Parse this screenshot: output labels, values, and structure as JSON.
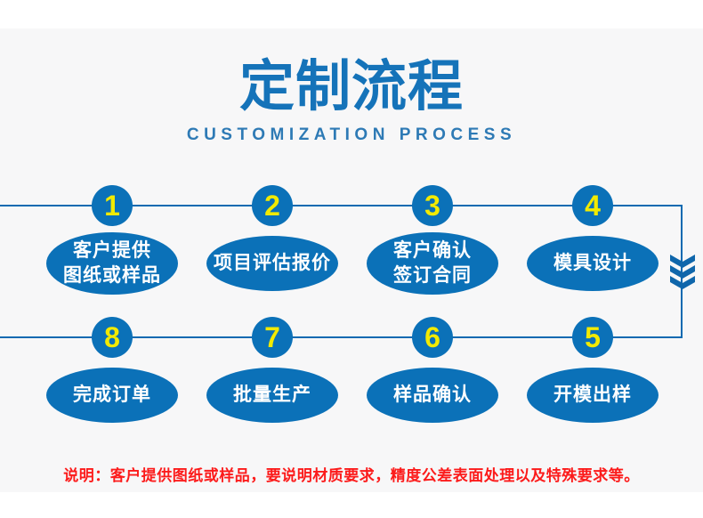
{
  "header": {
    "title": "定制流程",
    "subtitle": "CUSTOMIZATION PROCESS"
  },
  "flow": {
    "rows": [
      {
        "steps": [
          {
            "number": "1",
            "lines": [
              "客户提供",
              "图纸或样品"
            ]
          },
          {
            "number": "2",
            "lines": [
              "项目评估报价"
            ]
          },
          {
            "number": "3",
            "lines": [
              "客户确认",
              "签订合同"
            ]
          },
          {
            "number": "4",
            "lines": [
              "模具设计"
            ]
          }
        ]
      },
      {
        "steps": [
          {
            "number": "8",
            "lines": [
              "完成订单"
            ]
          },
          {
            "number": "7",
            "lines": [
              "批量生产"
            ]
          },
          {
            "number": "6",
            "lines": [
              "样品确认"
            ]
          },
          {
            "number": "5",
            "lines": [
              "开模出样"
            ]
          }
        ]
      }
    ]
  },
  "note": "说明：客户提供图纸或样品，要说明材质要求，精度公差表面处理以及特殊要求等。",
  "colors": {
    "primary_blue": "#0b71b8",
    "line_blue": "#0e6ab1",
    "number_yellow": "#f2ea00",
    "title_blue": "#1573b9",
    "subtitle_blue": "#2e7ab5",
    "note_red": "#fc1b1b",
    "panel_gray": "#f7f7f8",
    "page_white": "#ffffff"
  },
  "icons": {
    "flow_direction": "triple-chevron-down-icon"
  }
}
